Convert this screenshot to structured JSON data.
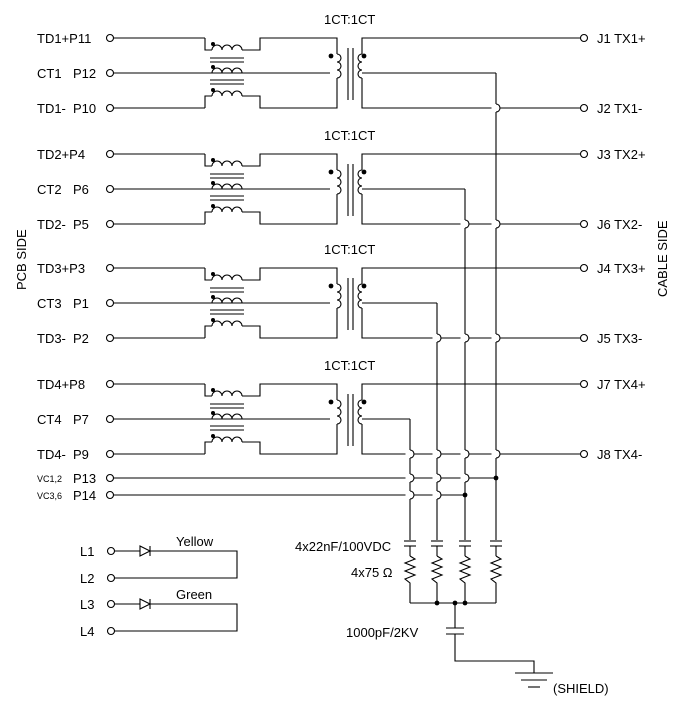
{
  "labels": {
    "pcb_side": "PCB SIDE",
    "cable_side": "CABLE SIDE",
    "channels": [
      {
        "ratio": "1CT:1CT",
        "td_plus": "TD1+P11",
        "ct": "CT1",
        "ct_pin": "P12",
        "td_minus": "TD1-",
        "td_minus_pin": "P10",
        "j_plus": "J1 TX1+",
        "j_minus": "J2 TX1-"
      },
      {
        "ratio": "1CT:1CT",
        "td_plus": "TD2+P4",
        "ct": "CT2",
        "ct_pin": "P6",
        "td_minus": "TD2-",
        "td_minus_pin": "P5",
        "j_plus": "J3 TX2+",
        "j_minus": "J6 TX2-"
      },
      {
        "ratio": "1CT:1CT",
        "td_plus": "TD3+P3",
        "ct": "CT3",
        "ct_pin": "P1",
        "td_minus": "TD3-",
        "td_minus_pin": "P2",
        "j_plus": "J4 TX3+",
        "j_minus": "J5 TX3-"
      },
      {
        "ratio": "1CT:1CT",
        "td_plus": "TD4+P8",
        "ct": "CT4",
        "ct_pin": "P7",
        "td_minus": "TD4-",
        "td_minus_pin": "P9",
        "j_plus": "J7 TX4+",
        "j_minus": "J8 TX4-"
      }
    ],
    "vc12": "VC1,2",
    "vc12_pin": "P13",
    "vc36": "VC3,6",
    "vc36_pin": "P14",
    "cap_label": "4x22nF/100VDC",
    "res_label": "4x75 Ω",
    "hv_cap_label": "1000pF/2KV",
    "shield_label": "(SHIELD)",
    "leds": [
      {
        "anode": "L1",
        "cathode": "L2",
        "color": "Yellow"
      },
      {
        "anode": "L3",
        "cathode": "L4",
        "color": "Green"
      }
    ]
  }
}
